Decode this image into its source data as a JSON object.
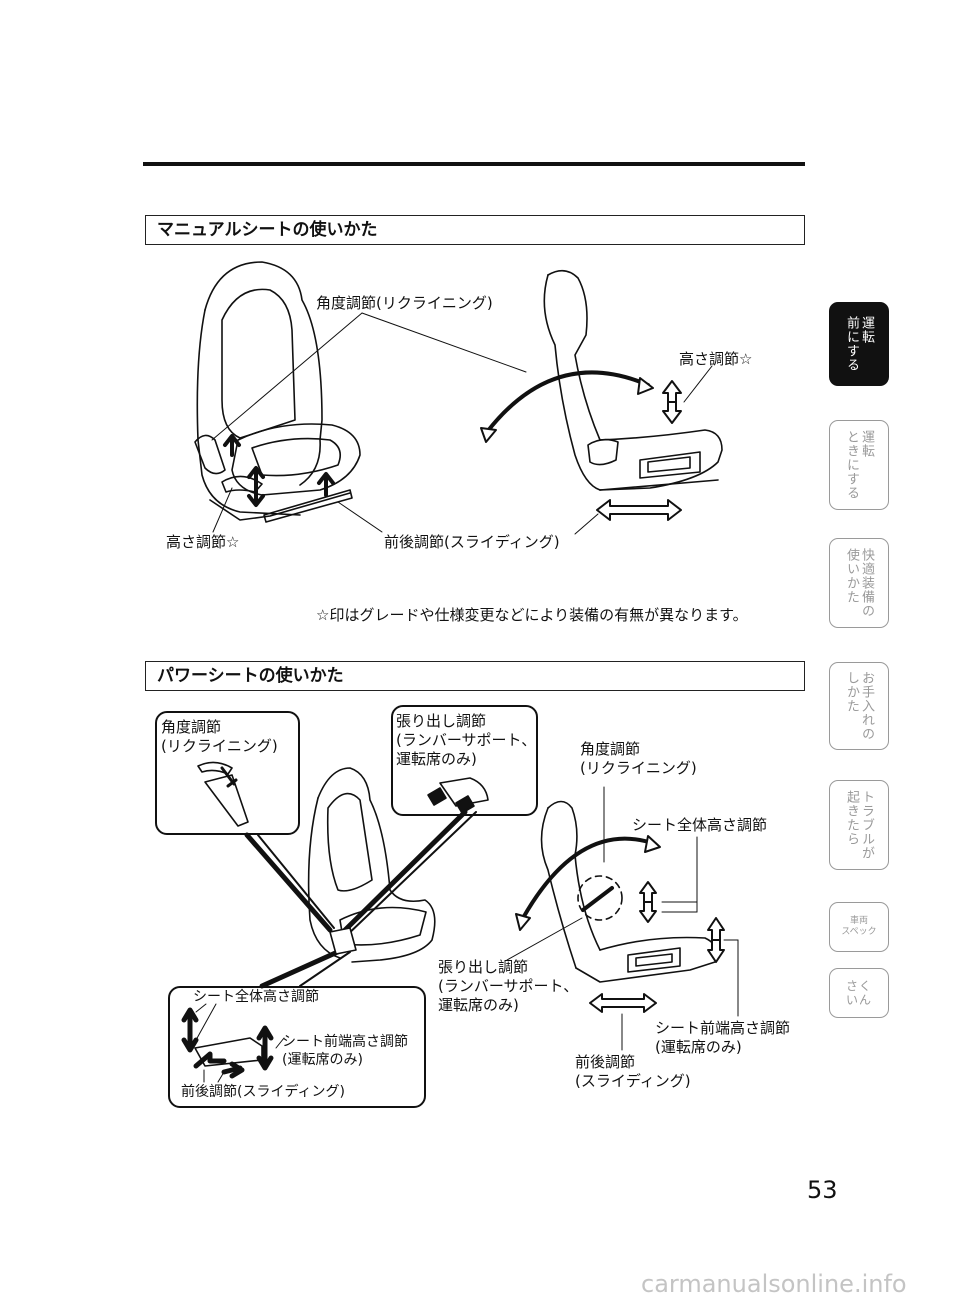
{
  "manual_seat": {
    "heading": "マニュアルシートの使いかた",
    "labels": {
      "recline": "角度調節(リクライニング)",
      "height_right": "高さ調節☆",
      "height_left": "高さ調節☆",
      "slide": "前後調節(スライディング)"
    },
    "note": "☆印はグレードや仕様変更などにより装備の有無が異なります。"
  },
  "power_seat": {
    "heading": "パワーシートの使いかた",
    "callout_recline": "角度調節\n(リクライニング)",
    "callout_lumbar": "張り出し調節\n(ランバーサポート、\n運転席のみ)",
    "callout_switch": {
      "overall_height": "シート全体高さ調節",
      "front_height": "シート前端高さ調節\n(運転席のみ)",
      "slide": "前後調節(スライディング)"
    },
    "side_labels": {
      "recline": "角度調節\n(リクライニング)",
      "overall_height": "シート全体高さ調節",
      "lumbar": "張り出し調節\n(ランバーサポート、\n運転席のみ)",
      "front_height": "シート前端高さ調節\n(運転席のみ)",
      "slide": "前後調節\n(スライディング)"
    }
  },
  "side_tabs": [
    {
      "label": "運転\n前にする",
      "active": true
    },
    {
      "label": "運転\nときにする",
      "active": false
    },
    {
      "label": "快適装備の\n使いかた",
      "active": false
    },
    {
      "label": "お手入れの\nしかた",
      "active": false
    },
    {
      "label": "トラブルが\n起きたら",
      "active": false
    },
    {
      "label": "車両\nスペック",
      "active": false
    },
    {
      "label": "さく\nいん",
      "active": false
    }
  ],
  "page_number": "53",
  "watermark": "carmanualsonline.info",
  "colors": {
    "ink": "#111111",
    "tab_inactive": "#9a9a9a",
    "tab_active_bg": "#111111",
    "watermark": "#c4c4c4"
  }
}
